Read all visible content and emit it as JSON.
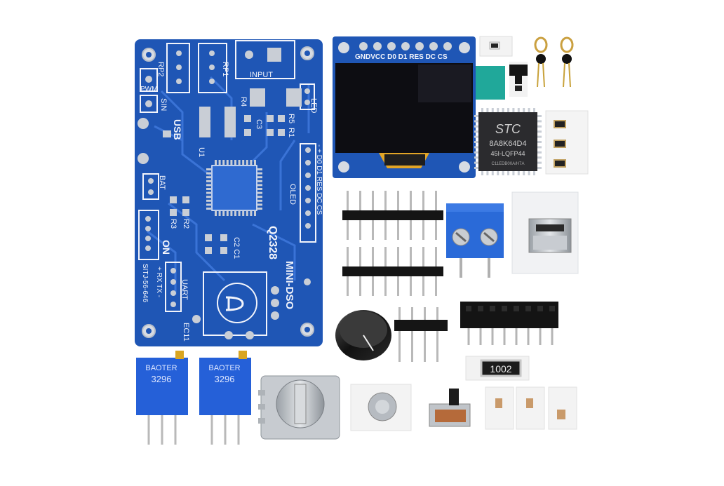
{
  "pcb": {
    "label_rp2": "RP2",
    "label_rp1": "RP1",
    "label_input": "INPUT",
    "label_pwm": "PWM",
    "label_sin": "SIN",
    "label_usb": "USB",
    "label_r4": "R4",
    "label_led": "LED",
    "label_r5": "R5",
    "label_r1": "R1",
    "label_c3": "C3",
    "label_u1": "U1",
    "label_bat": "BAT",
    "label_r3": "R3",
    "label_r2": "R2",
    "label_on": "ON",
    "label_c2c1": "C2 C1",
    "label_q2328": "Q2328",
    "label_oled": "OLED",
    "label_oled_pins": "- + D0 D1 RES DC CS",
    "label_mini_dso": "MINI-DSO",
    "label_uart": "UART",
    "label_uart_pins": "+ RX TX -",
    "label_serial": "SITJ-56-646",
    "label_ec11": "EC11"
  },
  "oled": {
    "pin_labels": "GNDVCC D0  D1 RES DC  CS"
  },
  "mcu": {
    "brand": "STC",
    "part": "8A8K64D4",
    "package": "45I-LQFP44",
    "lot": "C11EDB00A/H7A"
  },
  "resistor_1002": {
    "marking": "1002"
  },
  "trimpot": {
    "brand": "BAOTER",
    "code": "3296"
  },
  "colors": {
    "pcb_blue": "#1f56b5",
    "pcb_trace": "#2f6ad0",
    "silk": "#f2f4fb",
    "terminal_blue": "#2a6ad8",
    "trimpot_blue": "#2560d8"
  }
}
